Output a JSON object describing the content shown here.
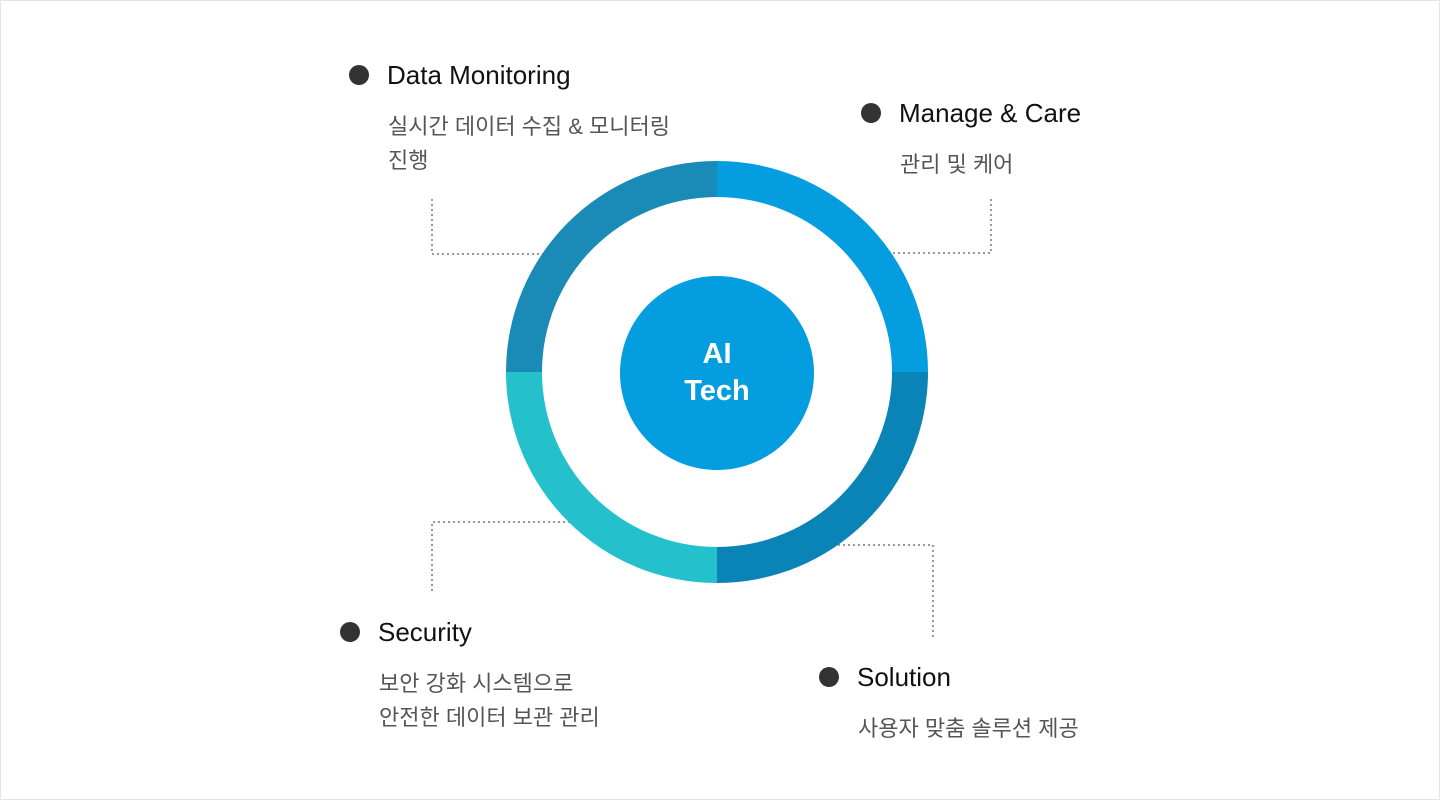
{
  "center": {
    "line1": "AI",
    "line2": "Tech"
  },
  "colors": {
    "data_monitoring": "#1a8ab7",
    "manage_care": "#039de0",
    "solution": "#0a83b7",
    "security": "#24c1cd",
    "center_circle": "#039de0",
    "dot": "#333333",
    "connector": "#777777"
  },
  "items": [
    {
      "title": "Data Monitoring",
      "desc_lines": [
        "실시간 데이터 수집 & 모니터링",
        "진행"
      ]
    },
    {
      "title": "Manage & Care",
      "desc_lines": [
        "관리 및 케어"
      ]
    },
    {
      "title": "Security",
      "desc_lines": [
        "보안 강화 시스템으로",
        "안전한 데이터 보관 관리"
      ]
    },
    {
      "title": "Solution",
      "desc_lines": [
        "사용자 맞춤 솔루션 제공"
      ]
    }
  ]
}
